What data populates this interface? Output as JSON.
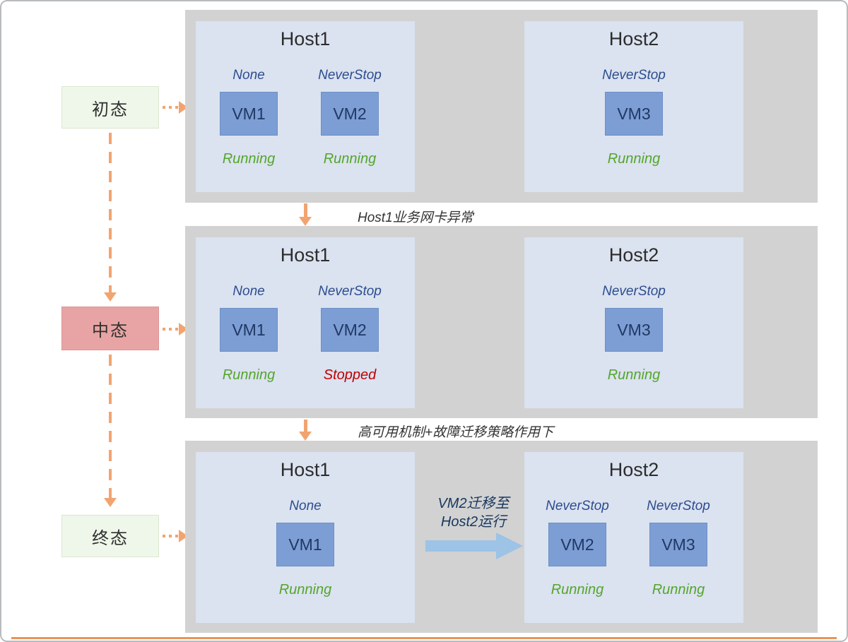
{
  "states": [
    {
      "label": "初态"
    },
    {
      "label": "中态"
    },
    {
      "label": "终态"
    }
  ],
  "transitions": [
    {
      "label": "Host1业务网卡异常"
    },
    {
      "label": "高可用机制+故障迁移策略作用下"
    }
  ],
  "migration": {
    "line1": "VM2迁移至",
    "line2": "Host2运行"
  },
  "stages": [
    {
      "name": "initial",
      "hosts": [
        {
          "title": "Host1",
          "vms": [
            {
              "policy": "None",
              "name": "VM1",
              "status": "Running"
            },
            {
              "policy": "NeverStop",
              "name": "VM2",
              "status": "Running"
            }
          ]
        },
        {
          "title": "Host2",
          "vms": [
            {
              "policy": "NeverStop",
              "name": "VM3",
              "status": "Running"
            }
          ]
        }
      ]
    },
    {
      "name": "middle",
      "hosts": [
        {
          "title": "Host1",
          "vms": [
            {
              "policy": "None",
              "name": "VM1",
              "status": "Running"
            },
            {
              "policy": "NeverStop",
              "name": "VM2",
              "status": "Stopped"
            }
          ]
        },
        {
          "title": "Host2",
          "vms": [
            {
              "policy": "NeverStop",
              "name": "VM3",
              "status": "Running"
            }
          ]
        }
      ]
    },
    {
      "name": "final",
      "hosts": [
        {
          "title": "Host1",
          "vms": [
            {
              "policy": "None",
              "name": "VM1",
              "status": "Running"
            }
          ]
        },
        {
          "title": "Host2",
          "vms": [
            {
              "policy": "NeverStop",
              "name": "VM2",
              "status": "Running"
            },
            {
              "policy": "NeverStop",
              "name": "VM3",
              "status": "Running"
            }
          ]
        }
      ]
    }
  ],
  "colors": {
    "accent_orange": "#f2a470",
    "stage_gray": "#d2d2d2",
    "host_blue": "#dbe2f0",
    "vm_blue": "#7d9ed4",
    "policy_navy": "#2c4d8e",
    "running_green": "#54a62b",
    "stopped_red": "#c00000",
    "state_green_bg": "#eff7ea",
    "state_red_bg": "#e8a4a4",
    "migration_blue": "#9dc3e6"
  }
}
